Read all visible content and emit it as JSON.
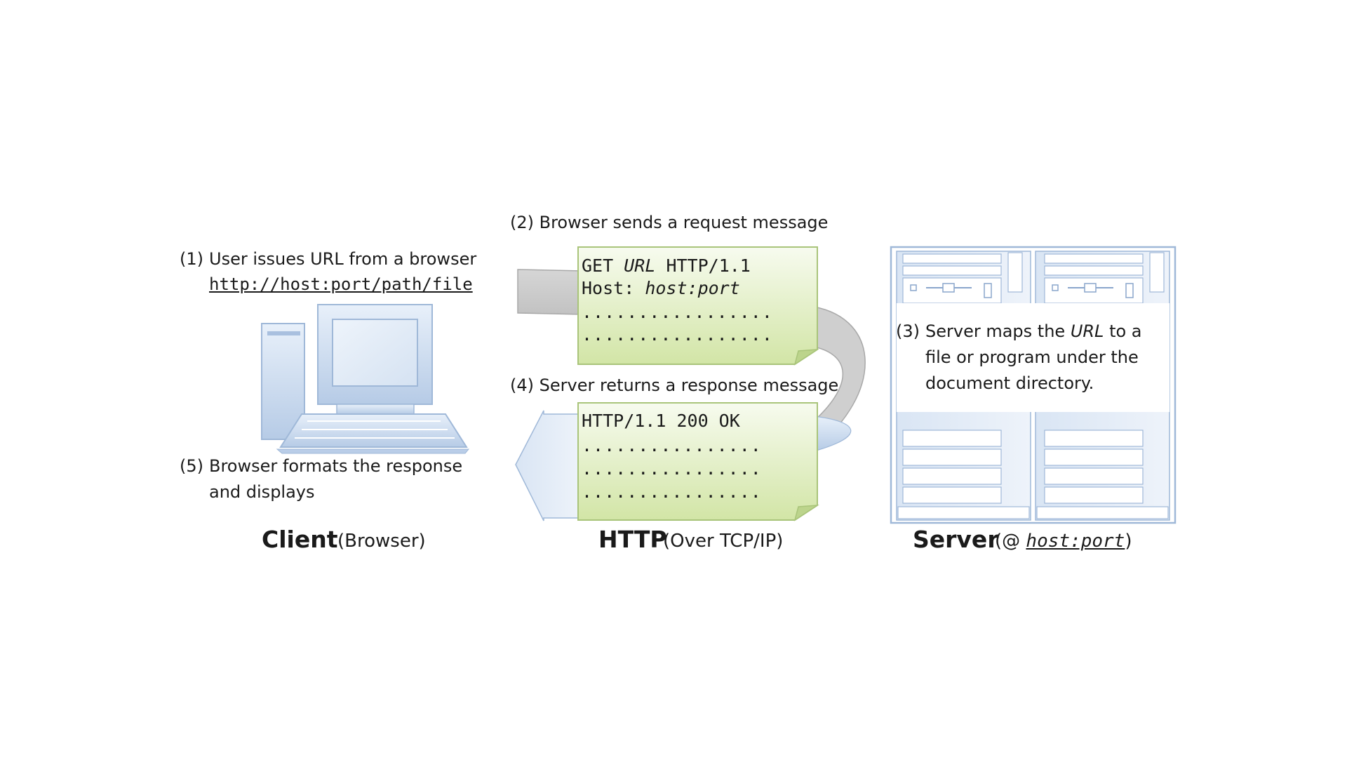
{
  "client": {
    "step1_number": "(1)",
    "step1_line1": "User issues URL from a browser",
    "step1_url": "http://host:port/path/file",
    "step5_number": "(5)",
    "step5_line1": "Browser formats the response",
    "step5_line2": "and displays",
    "title": "Client",
    "subtitle": "(Browser)",
    "icon": "desktop-computer-icon"
  },
  "http": {
    "step2": "(2) Browser sends a request message",
    "request_line1_method": "GET",
    "request_line1_url": "URL",
    "request_line1_version": "HTTP/1.1",
    "request_line2_key": "Host:",
    "request_line2_value": "host:port",
    "request_dots": ".................",
    "step4": "(4) Server returns a response message",
    "response_line1": "HTTP/1.1 200 OK",
    "response_dots": "................",
    "title": "HTTP",
    "subtitle": "(Over TCP/IP)",
    "colors": {
      "note_fill_top": "#f4f9e8",
      "note_fill_bottom": "#d3e6a8",
      "note_border": "#a9c47a",
      "arrow_blue": "#c6d8ef"
    }
  },
  "server": {
    "step3_number": "(3)",
    "step3_pre": "Server maps the",
    "step3_url": "URL",
    "step3_post": "to a",
    "step3_line2": "file or program under the",
    "step3_line3": "document directory.",
    "title": "Server",
    "subtitle_open": "(@",
    "subtitle_host": "host:port",
    "subtitle_close": ")",
    "icon": "server-rack-icon"
  }
}
